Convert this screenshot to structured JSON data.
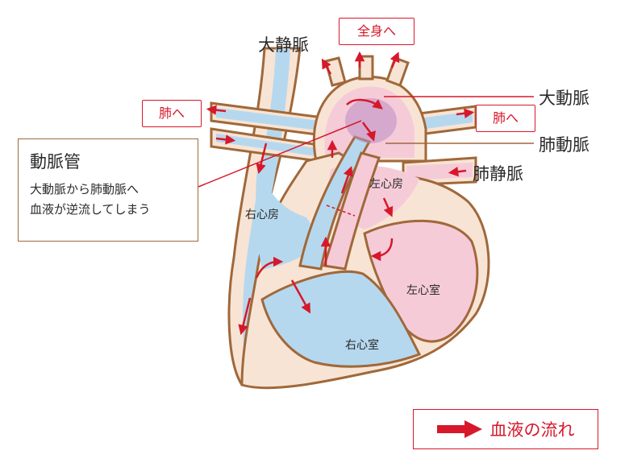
{
  "labels": {
    "svc": "大静脈",
    "aorta": "大動脈",
    "pulmonary_artery": "肺動脈",
    "pulmonary_vein": "肺静脈",
    "right_atrium": "右心房",
    "left_atrium": "左心房",
    "left_ventricle": "左心室",
    "right_ventricle": "右心室"
  },
  "flow_boxes": {
    "to_body": "全身へ",
    "to_lung_left": "肺へ",
    "to_lung_right": "肺へ"
  },
  "callout": {
    "title": "動脈管",
    "line1": "大動脈から肺動脈へ",
    "line2": "血液が逆流してしまう"
  },
  "legend": {
    "text": "血液の流れ"
  },
  "colors": {
    "tissue": "#f8e4d4",
    "wall": "#a0683a",
    "blue_blood": "#b6d8ee",
    "red_blood": "#f6cbd8",
    "duct_highlight": "#b98ec4",
    "arrow": "#d7182a"
  }
}
